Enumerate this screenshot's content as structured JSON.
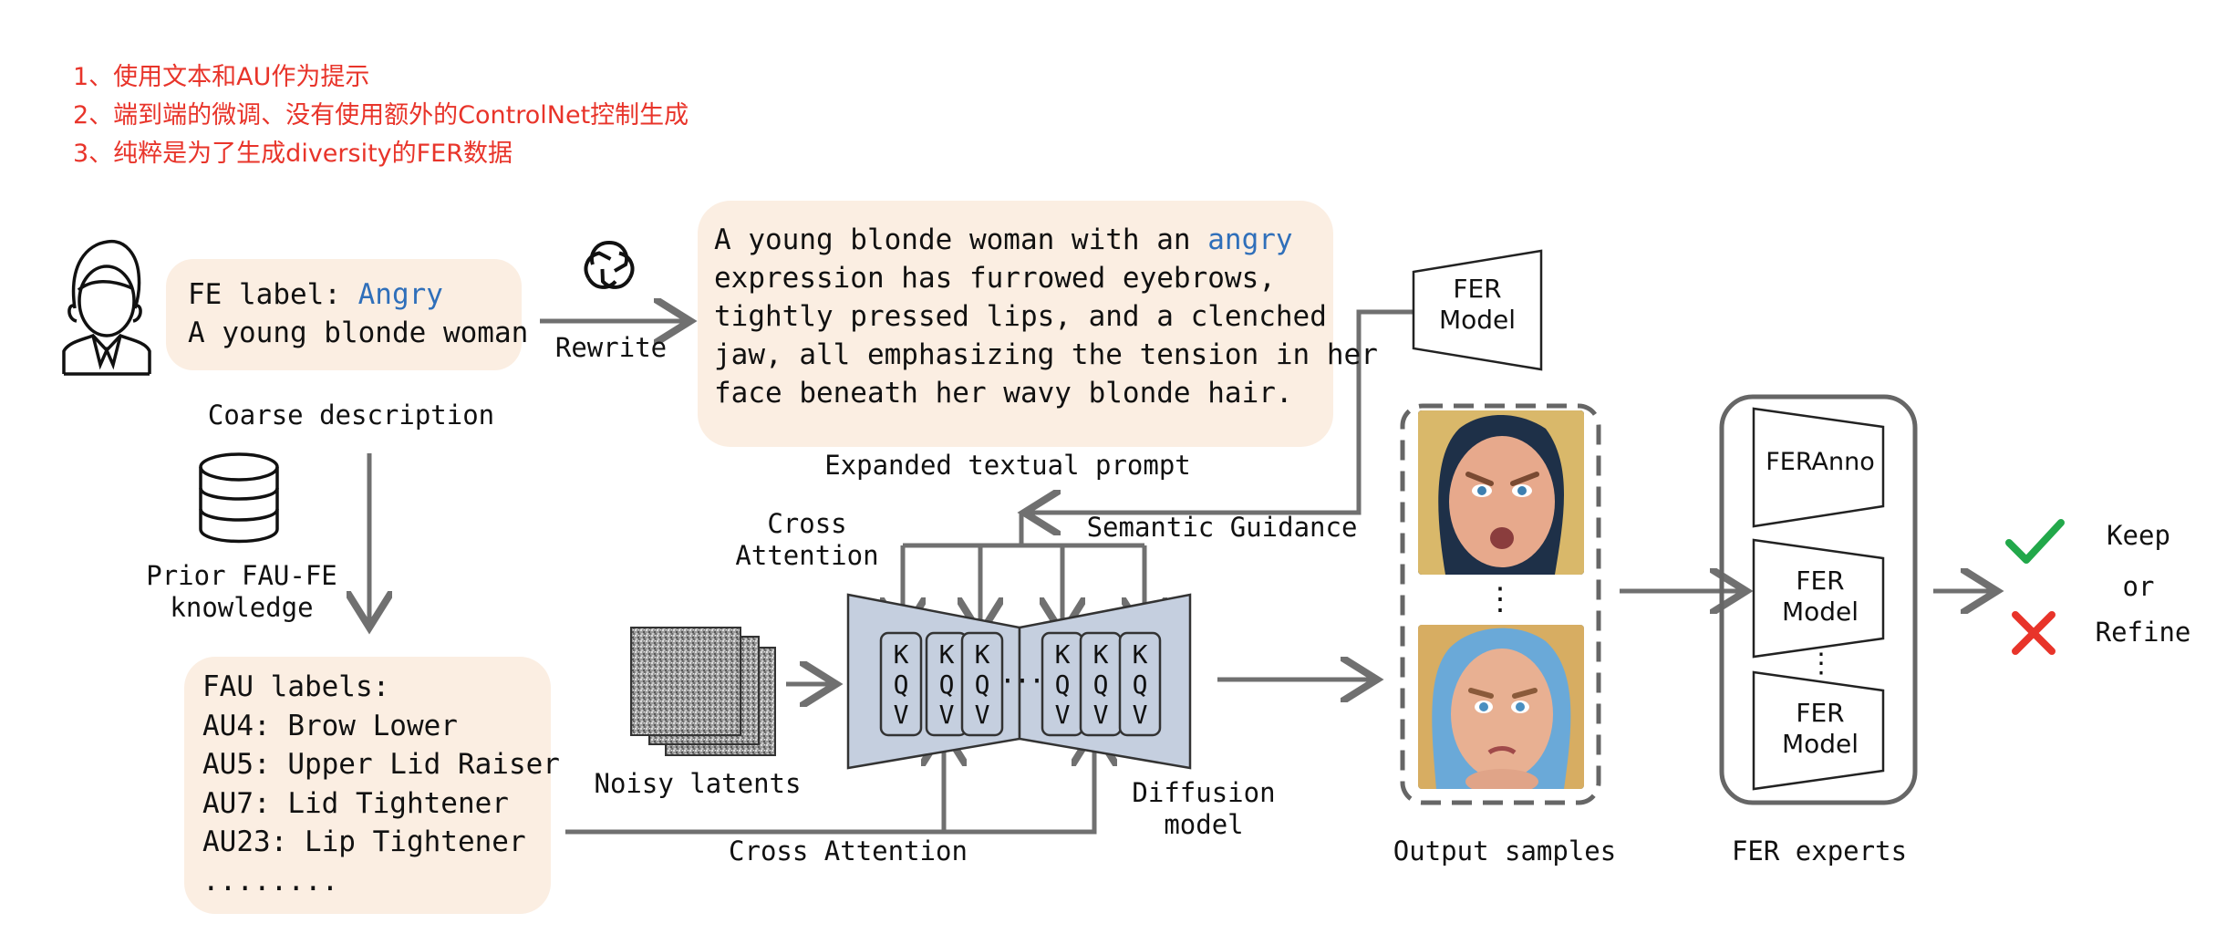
{
  "notes": [
    "1、使用文本和AU作为提示",
    "2、端到端的微调、没有使用额外的ControlNet控制生成",
    "3、纯粹是为了生成diversity的FER数据"
  ],
  "fe_box": {
    "label_prefix": "FE label: ",
    "label_value": "Angry",
    "description": "A young blonde woman"
  },
  "coarse_description_label": "Coarse description",
  "rewrite_label": "Rewrite",
  "prompt_box": {
    "line1_prefix": "A young blonde woman with an ",
    "line1_keyword": "angry",
    "line2": "expression has furrowed eyebrows,",
    "line3": "tightly pressed lips, and a clenched",
    "line4": "jaw, all emphasizing the tension in her",
    "line5": "face beneath her wavy blonde hair."
  },
  "expanded_prompt_label": "Expanded textual prompt",
  "prior_knowledge_label_line1": "Prior FAU-FE",
  "prior_knowledge_label_line2": "knowledge",
  "fau_box": {
    "title": "FAU labels:",
    "items": [
      "AU4: Brow Lower",
      "AU5: Upper Lid Raiser",
      "AU7: Lid Tightener",
      "AU23: Lip Tightener"
    ],
    "ellipsis": "........"
  },
  "cross_attention_top_line1": "Cross",
  "cross_attention_top_line2": "Attention",
  "semantic_guidance_label": "Semantic Guidance",
  "noisy_latents_label": "Noisy latents",
  "cross_attention_bottom_label": "Cross Attention",
  "diffusion_model_label_line1": "Diffusion",
  "diffusion_model_label_line2": "model",
  "kqv_letters": [
    "K",
    "Q",
    "V"
  ],
  "unet_dots": "···",
  "fer_model_top_line1": "FER",
  "fer_model_top_line2": "Model",
  "output_samples_label": "Output samples",
  "sample_dots": "⋮",
  "fer_experts": {
    "feranno": "FERAnno",
    "model_line1": "FER",
    "model_line2": "Model",
    "dots": "⋮",
    "label": "FER experts"
  },
  "decision": {
    "keep": "Keep",
    "or": "or",
    "refine": "Refine"
  },
  "colors": {
    "note_red": "#e8342a",
    "keyword_blue": "#2f6fba",
    "box_bg": "#fbeee2",
    "unet_fill": "#c5cfdf",
    "arrow_gray": "#707070",
    "check_green": "#22a84a",
    "cross_red": "#e8342a"
  },
  "icons": [
    "person-icon",
    "openai-logo-icon",
    "database-icon",
    "check-icon",
    "cross-icon"
  ]
}
